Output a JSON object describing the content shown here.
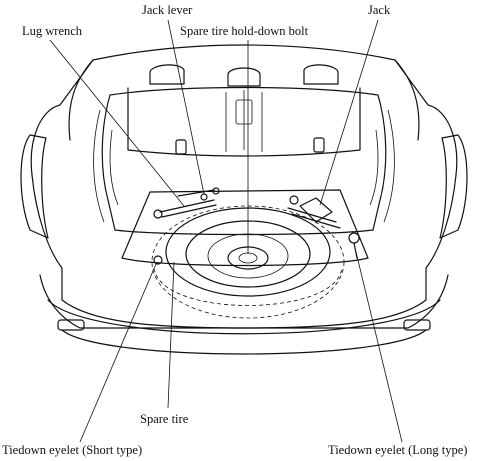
{
  "labels": {
    "jack_lever": "Jack lever",
    "jack": "Jack",
    "lug_wrench": "Lug wrench",
    "hold_down_bolt": "Spare tire hold-down bolt",
    "spare_tire": "Spare tire",
    "tiedown_short": "Tiedown eyelet (Short type)",
    "tiedown_long": "Tiedown eyelet (Long type)"
  }
}
